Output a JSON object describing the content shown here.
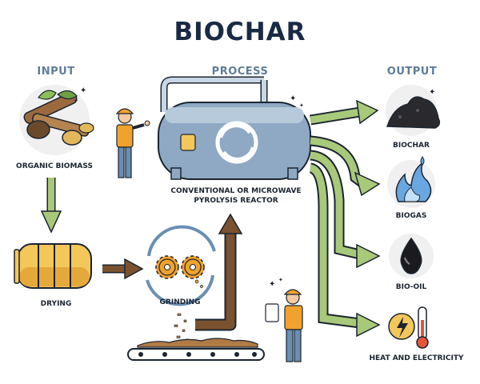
{
  "title": "BIOCHAR",
  "sections": {
    "input": "INPUT",
    "process": "PROCESS",
    "output": "OUTPUT"
  },
  "steps": {
    "organic_biomass": "ORGANIC BIOMASS",
    "drying": "DRYING",
    "grinding": "GRINDING",
    "reactor_line1": "CONVENTIONAL OR MICROWAVE",
    "reactor_line2": "PYROLYSIS REACTOR"
  },
  "outputs": {
    "biochar": "BIOCHAR",
    "biogas": "BIOGAS",
    "bio_oil": "BIO-OIL",
    "heat": "HEAT AND ELECTRICITY"
  },
  "colors": {
    "arrow_green": "#a9c97a",
    "arrow_brown": "#7a5230",
    "reactor_blue": "#8fa9c4",
    "heading_blue": "#5f7d99",
    "title_navy": "#1a2a44",
    "dryer_yellow": "#f3c75a",
    "gear_orange": "#f0a22e",
    "flame_blue": "#6aa7e0"
  },
  "icons": [
    "biomass-icon",
    "dryer-icon",
    "gear-icon",
    "reactor-icon",
    "worker-icon",
    "coal-icon",
    "flame-icon",
    "oil-drop-icon",
    "lightning-icon",
    "thermometer-icon",
    "conveyor-icon"
  ]
}
